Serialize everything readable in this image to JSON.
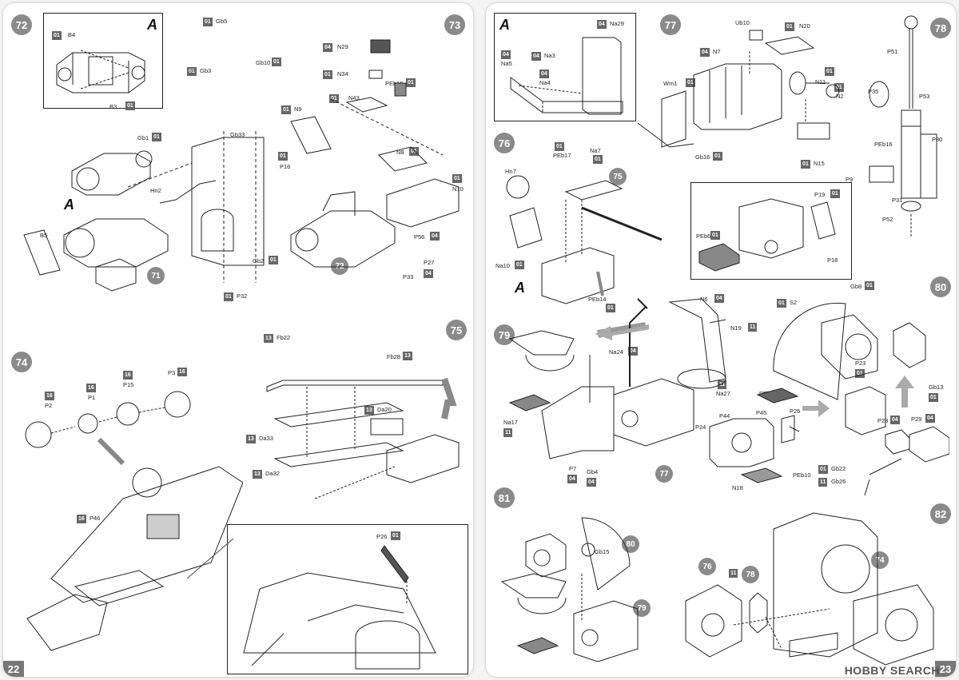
{
  "pages": [
    {
      "number": "22",
      "steps": [
        {
          "id": "72",
          "labels": [
            "B4",
            "B3",
            "Gb1",
            "Hn2",
            "B5",
            "Gb5",
            "Gb3",
            "Gb10",
            "Gb33",
            "Gb2",
            "P32"
          ],
          "sprues": [
            "01",
            "01",
            "01",
            "01",
            "01",
            "01",
            "01",
            "01"
          ],
          "inset_letter": "A",
          "ref": "71",
          "letter": "A"
        },
        {
          "id": "73",
          "labels": [
            "N29",
            "N34",
            "PEb15",
            "N43",
            "N9",
            "P16",
            "N8",
            "N10",
            "P56",
            "P27",
            "P33"
          ],
          "sprues": [
            "04",
            "01",
            "01",
            "01",
            "01",
            "01",
            "01",
            "01",
            "04",
            "04"
          ],
          "ref": "72"
        },
        {
          "id": "74",
          "labels": [
            "P2",
            "P1",
            "P15",
            "P3",
            "P46"
          ],
          "sprues": [
            "16",
            "16",
            "16",
            "16",
            "16"
          ]
        },
        {
          "id": "75",
          "labels": [
            "Fb22",
            "Fb28",
            "Da33",
            "Da20",
            "Da32"
          ],
          "sprues": [
            "13",
            "13",
            "13",
            "13",
            "13"
          ]
        }
      ],
      "extra_labels": [
        "P26"
      ],
      "extra_sprues": [
        "01"
      ]
    },
    {
      "number": "23",
      "steps": [
        {
          "id": "76",
          "labels": [
            "Hn7",
            "PEb17",
            "Na7",
            "Na10",
            "PEb14"
          ],
          "sprues": [
            "01",
            "01",
            "01",
            "01"
          ],
          "ref": "75",
          "letter": "A"
        },
        {
          "id": "77",
          "labels": [
            "Ub10",
            "N20",
            "N7",
            "Wm1",
            "N11",
            "N2",
            "Gb16",
            "N15",
            "P19",
            "PEb6",
            "P18"
          ],
          "sprues": [
            "01",
            "04",
            "01",
            "01",
            "01",
            "01",
            "01",
            "01",
            "01"
          ]
        },
        {
          "id": "78",
          "labels": [
            "P51",
            "P35",
            "P53",
            "PEb16",
            "P30",
            "P9",
            "P31",
            "P52"
          ]
        },
        {
          "id": "79",
          "labels": [
            "Na24",
            "Na17",
            "P7",
            "Gb4",
            "N6",
            "N19",
            "Na27"
          ],
          "sprues": [
            "04",
            "11",
            "04",
            "04",
            "04",
            "11",
            "11"
          ],
          "ref": "77"
        },
        {
          "id": "80",
          "labels": [
            "Gb8",
            "S2",
            "P23",
            "Gb13",
            "PEb13",
            "P24",
            "P44",
            "P45",
            "P25",
            "P28",
            "P29",
            "Gb22",
            "Gb26",
            "N18",
            "PEb10"
          ],
          "sprues": [
            "01",
            "01",
            "01",
            "01",
            "04",
            "04",
            "01",
            "11"
          ]
        },
        {
          "id": "81",
          "labels": [
            "Gb15"
          ],
          "refs": [
            "80",
            "79"
          ]
        },
        {
          "id": "82",
          "refs": [
            "76",
            "78",
            "74"
          ],
          "sprues": [
            "11"
          ]
        }
      ],
      "inset_labels": [
        "Na29",
        "Na5",
        "Na3",
        "Na4"
      ],
      "inset_sprues": [
        "04",
        "04",
        "04",
        "04"
      ],
      "inset_letter": "A"
    }
  ],
  "watermark": "HOBBY SEARCH"
}
